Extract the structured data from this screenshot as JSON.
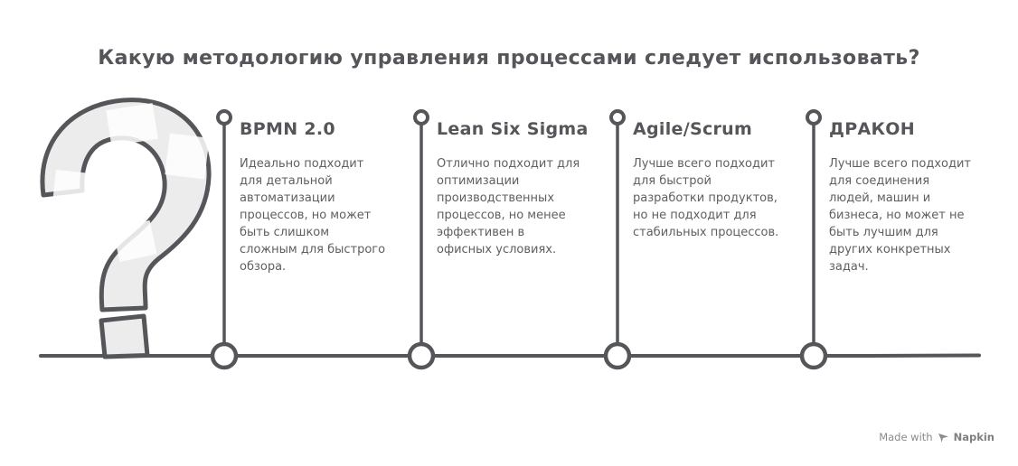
{
  "title": "Какую методологию управления процессами следует использовать?",
  "question_mark": {
    "symbol": "?"
  },
  "columns": [
    {
      "name": "BPMN 2.0",
      "description": "Идеально подходит для детальной автоматизации процессов, но может быть слишком сложным для быстрого обзора."
    },
    {
      "name": "Lean Six Sigma",
      "description": "Отлично подходит для оптимизации производственных процессов, но менее эффективен в офисных условиях."
    },
    {
      "name": "Agile/Scrum",
      "description": "Лучше всего подходит для быстрой разработки продуктов, но не подходит для стабильных процессов."
    },
    {
      "name": "ДРАКОН",
      "description": "Лучше всего подходит для соединения людей, машин и бизнеса, но может не быть лучшим для других конкретных задач."
    }
  ],
  "watermark": {
    "made_with": "Made with",
    "brand": "Napkin"
  },
  "colors": {
    "stroke": "#54565a",
    "heading_text": "#54565a",
    "body_text": "#5d5f62",
    "fill_light": "#ececec",
    "watermark_text": "#8b8b8b",
    "background": "#ffffff"
  }
}
